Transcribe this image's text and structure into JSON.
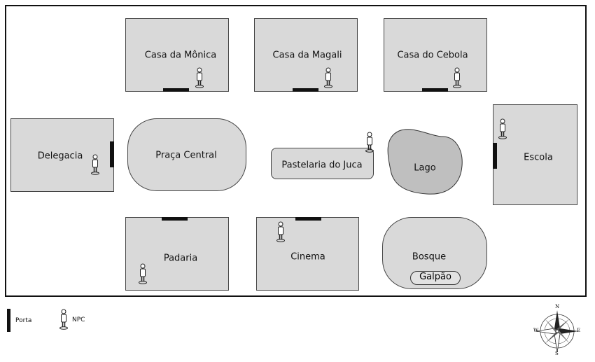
{
  "buildings": {
    "casa_monica": "Casa da Mônica",
    "casa_magali": "Casa da Magali",
    "casa_cebola": "Casa do Cebola",
    "delegacia": "Delegacia",
    "praca_central": "Praça Central",
    "pastelaria": "Pastelaria do Juca",
    "lago": "Lago",
    "escola": "Escola",
    "padaria": "Padaria",
    "cinema": "Cinema",
    "bosque": "Bosque",
    "galpao": "Galpão"
  },
  "legend": {
    "door_label": "Porta",
    "npc_label": "NPC"
  },
  "compass": {
    "n": "N",
    "s": "S",
    "e": "E",
    "w": "W"
  },
  "colors": {
    "building_fill": "#d9d9d9",
    "door": "#111111",
    "border": "#111111"
  }
}
